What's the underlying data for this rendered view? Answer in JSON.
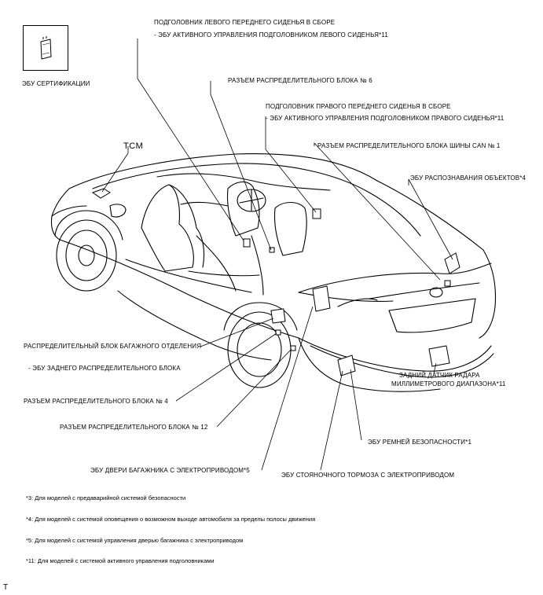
{
  "labels": {
    "cert_ecu": "ЭБУ СЕРТИФИКАЦИИ",
    "left_headrest": "ПОДГОЛОВНИК ЛЕВОГО ПЕРЕДНЕГО СИДЕНЬЯ В СБОРЕ",
    "left_headrest_ecu": "- ЭБУ АКТИВНОГО УПРАВЛЕНИЯ ПОДГОЛОВНИКОМ ЛЕВОГО СИДЕНЬЯ*11",
    "junction_conn_6": "РАЗЪЕМ РАСПРЕДЕЛИТЕЛЬНОГО БЛОКА № 6",
    "right_headrest": "ПОДГОЛОВНИК ПРАВОГО ПЕРЕДНЕГО СИДЕНЬЯ В СБОРЕ",
    "right_headrest_ecu": "- ЭБУ АКТИВНОГО УПРАВЛЕНИЯ ПОДГОЛОВНИКОМ ПРАВОГО СИДЕНЬЯ*11",
    "tcm": "TCM",
    "can_junction_1": "РАЗЪЕМ РАСПРЕДЕЛИТЕЛЬНОГО БЛОКА ШИНЫ CAN № 1",
    "object_recognition_ecu": "ЭБУ РАСПОЗНАВАНИЯ ОБЪЕКТОВ*4",
    "luggage_junction_block": "РАСПРЕДЕЛИТЕЛЬНЫЙ БЛОК БАГАЖНОГО ОТДЕЛЕНИЯ",
    "rear_junction_ecu": "- ЭБУ ЗАДНЕГО РАСПРЕДЕЛИТЕЛЬНОГО БЛОКА",
    "junction_conn_4": "РАЗЪЕМ РАСПРЕДЕЛИТЕЛЬНОГО БЛОКА № 4",
    "junction_conn_12": "РАЗЪЕМ РАСПРЕДЕЛИТЕЛЬНОГО БЛОКА № 12",
    "rear_radar_line1": "ЗАДНИЙ ДАТЧИК РАДАРА",
    "rear_radar_line2": "МИЛЛИМЕТРОВОГО ДИАПАЗОНА*11",
    "seatbelt_ecu": "ЭБУ РЕМНЕЙ БЕЗОПАСНОСТИ*1",
    "power_door_ecu": "ЭБУ ДВЕРИ БАГАЖНИКА С ЭЛЕКТРОПРИВОДОМ*5",
    "parking_brake_ecu": "ЭБУ СТОЯНОЧНОГО ТОРМОЗА С ЭЛЕКТРОПРИВОДОМ"
  },
  "footnotes": [
    "*3: Для моделей с предаварийной системой безопасности",
    "*4: Для моделей с системой оповещения о возможном выходе автомобиля за пределы полосы движения",
    "*5: Для моделей с системой управления дверью багажника с электроприводом",
    "*11: Для моделей с системой активного управления подголовниками"
  ],
  "corner_mark": "T"
}
